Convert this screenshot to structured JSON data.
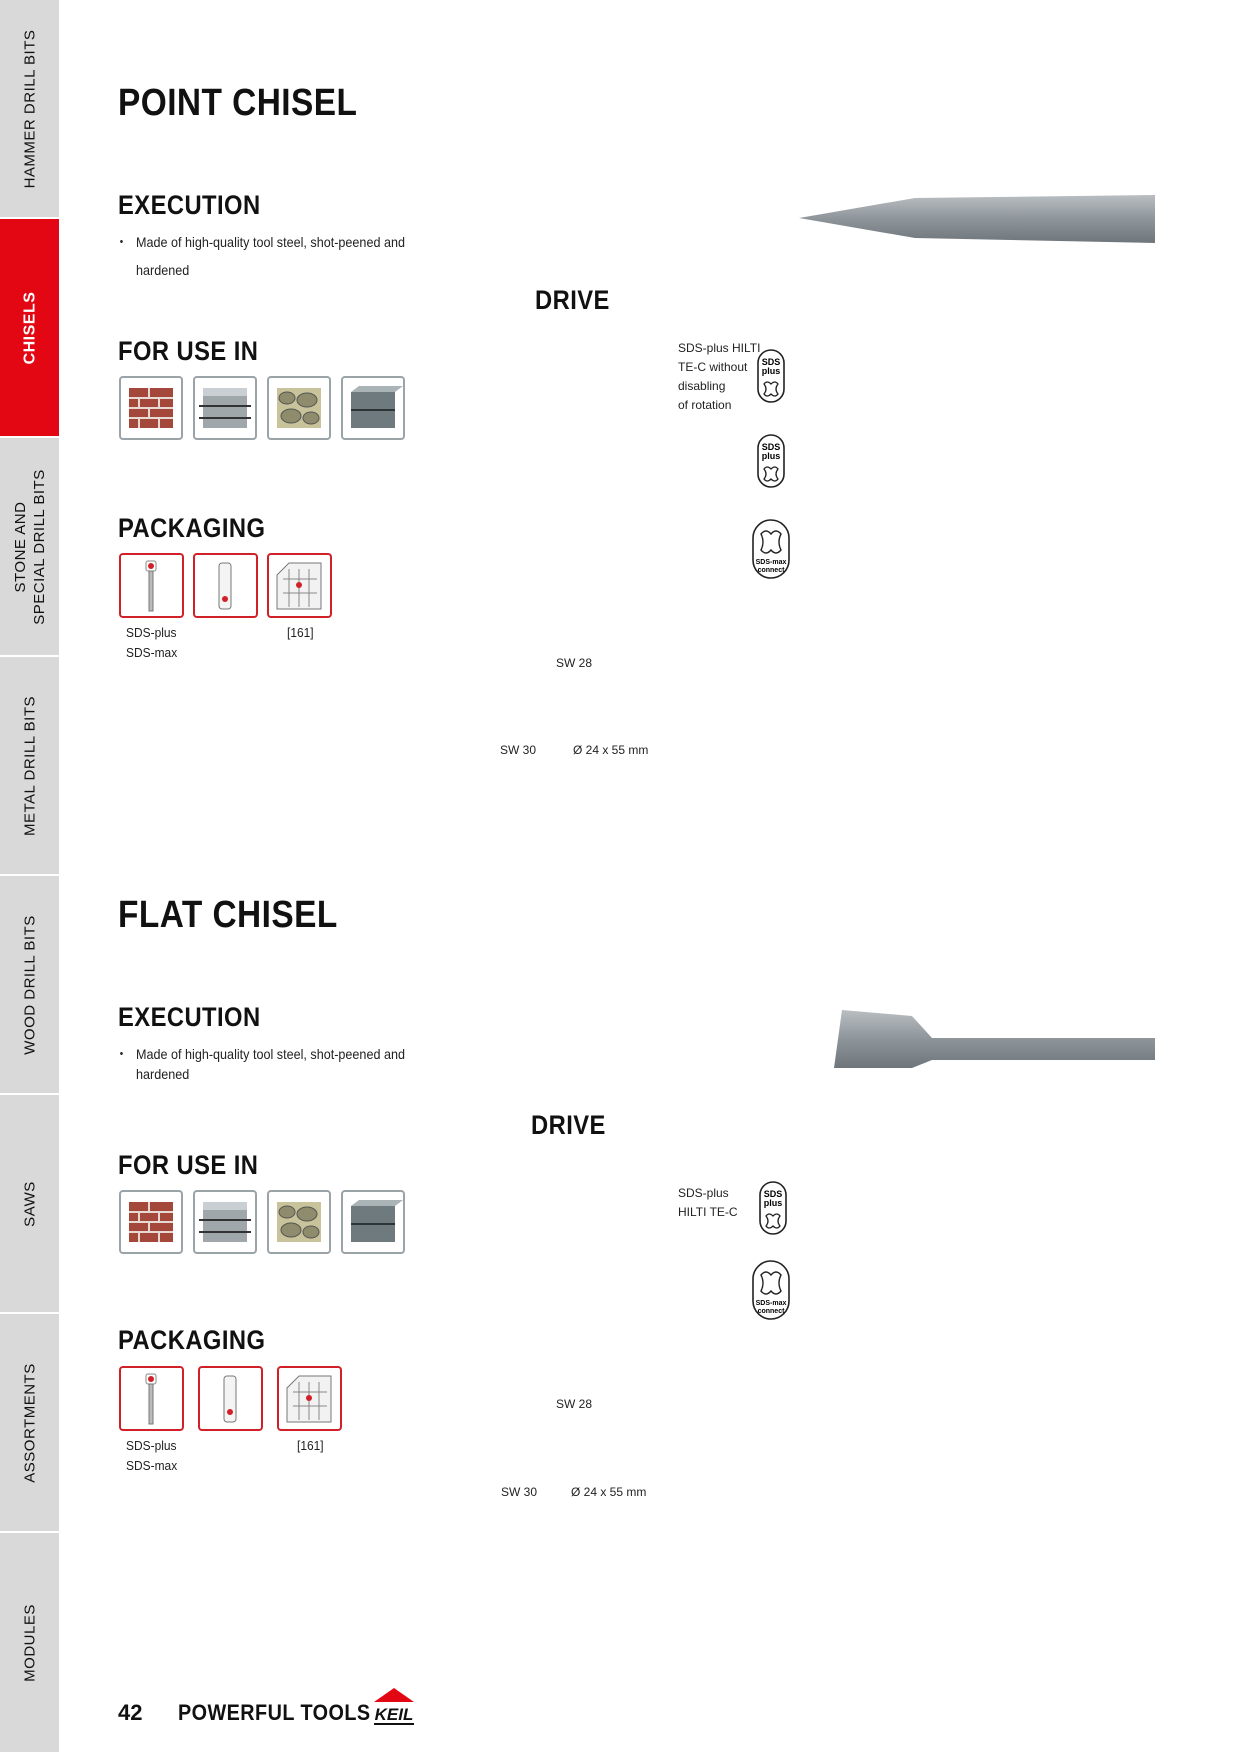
{
  "sidebar": {
    "tabs": [
      {
        "label": "HAMMER DRILL BITS",
        "active": false
      },
      {
        "label": "CHISELS",
        "active": true
      },
      {
        "label": "STONE AND\nSPECIAL DRILL BITS",
        "active": false
      },
      {
        "label": "METAL DRILL BITS",
        "active": false
      },
      {
        "label": "WOOD DRILL BITS",
        "active": false
      },
      {
        "label": "SAWS",
        "active": false
      },
      {
        "label": "ASSORTMENTS",
        "active": false
      },
      {
        "label": "MODULES",
        "active": false
      }
    ]
  },
  "point_chisel": {
    "title": "POINT CHISEL",
    "execution_heading": "EXECUTION",
    "execution_text": "Made of high-quality tool steel, shot-peened and hardened",
    "drive_heading": "DRIVE",
    "for_use_in_heading": "FOR USE IN",
    "packaging_heading": "PACKAGING",
    "packaging_note_left_1": "SDS-plus",
    "packaging_note_left_2": "SDS-max",
    "packaging_note_right": "[161]",
    "drive_items": [
      {
        "label": "SDS-plus HILTI\nTE-C without\ndisabling\nof rotation",
        "icon": "sds-plus-icon"
      },
      {
        "label": "",
        "icon": "sds-plus-icon"
      },
      {
        "label": "",
        "icon": "sds-max-connect-icon"
      }
    ],
    "sw28": "SW 28",
    "sw30": "SW 30",
    "diameter": "Ø 24 x 55 mm"
  },
  "flat_chisel": {
    "title": "FLAT CHISEL",
    "execution_heading": "EXECUTION",
    "execution_text": "Made of high-quality tool steel, shot-peened and hardened",
    "drive_heading": "DRIVE",
    "for_use_in_heading": "FOR USE IN",
    "packaging_heading": "PACKAGING",
    "packaging_note_left_1": "SDS-plus",
    "packaging_note_left_2": "SDS-max",
    "packaging_note_right": "[161]",
    "drive_items": [
      {
        "label": "SDS-plus\nHILTI TE-C",
        "icon": "sds-plus-icon"
      },
      {
        "label": "",
        "icon": "sds-max-connect-icon"
      }
    ],
    "sw28": "SW 28",
    "sw30": "SW 30",
    "diameter": "Ø 24 x 55 mm"
  },
  "icons": {
    "sds_plus_text_1": "SDS",
    "sds_plus_text_2": "plus",
    "sds_max_text_1": "SDS-max",
    "sds_max_text_2": "connect"
  },
  "footer": {
    "page_number": "42",
    "tagline": "POWERFUL TOOLS",
    "brand": "KEIL"
  },
  "colors": {
    "accent": "#e30613",
    "tab_grey": "#d9d9d9",
    "tile_border": "#9aa3a8"
  }
}
